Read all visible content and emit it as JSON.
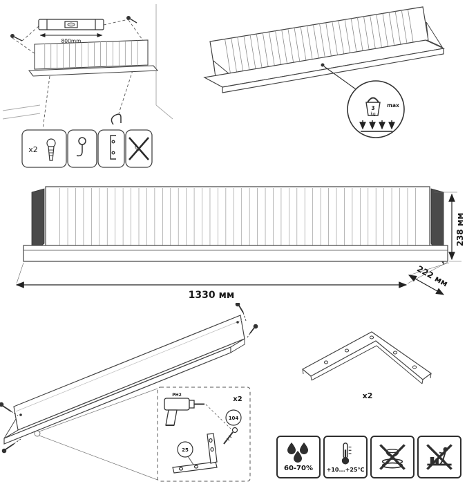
{
  "colors": {
    "line": "#3d3d3d",
    "dark_part": "#4a4a4a",
    "background": "#ffffff"
  },
  "mounting": {
    "dimension_label": "800mm",
    "hardware_quantity": "x2"
  },
  "load_limit": {
    "weight_value": "3",
    "weight_unit": "kg",
    "max_label": "max"
  },
  "dimensions": {
    "width": "1330 мм",
    "height": "238 мм",
    "depth": "222 мм"
  },
  "assembly": {
    "bit_label": "PH2",
    "screws_quantity": "x2",
    "part_top_label": "104",
    "part_bottom_label": "25"
  },
  "bracket": {
    "quantity": "x2"
  },
  "care": {
    "humidity_range": "60-70%",
    "temperature_range": "+10...+25°C"
  }
}
